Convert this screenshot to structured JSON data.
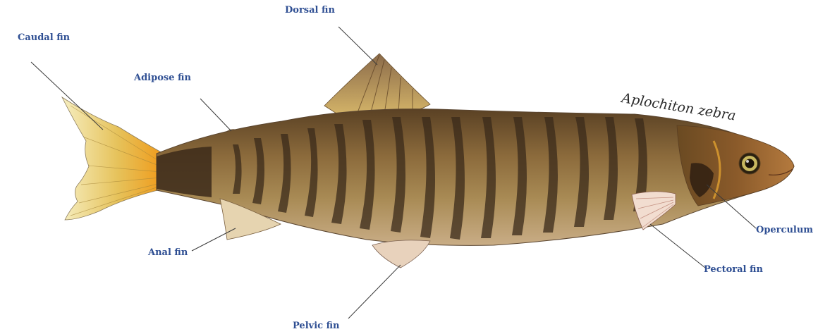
{
  "diagram": {
    "species_name": "Aplochiton zebra",
    "labels": {
      "dorsal_fin": "Dorsal fin",
      "caudal_fin": "Caudal fin",
      "adipose_fin": "Adipose fin",
      "anal_fin": "Anal fin",
      "pelvic_fin": "Pelvic fin",
      "pectoral_fin": "Pectoral fin",
      "operculum": "Operculum"
    },
    "colors": {
      "label_text": "#2f4f93",
      "leader_line": "#3a3a3a",
      "body_base": "#8a6a3a",
      "bar_color": "#3a2e20",
      "fin_color": "#e8c868",
      "tail_orange": "#f0a020"
    }
  }
}
